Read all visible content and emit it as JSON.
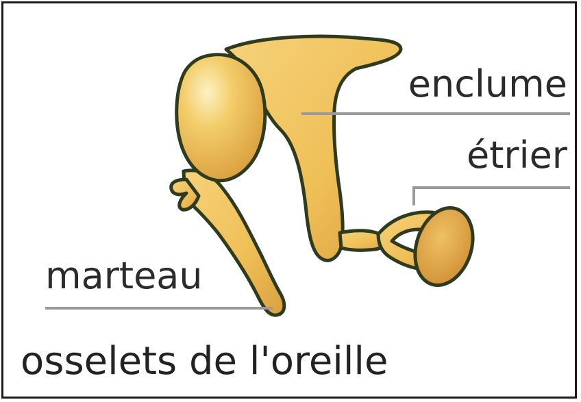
{
  "labels": {
    "enclume": "enclume",
    "etrier": "étrier",
    "marteau": "marteau"
  },
  "caption": "osselets de l'oreille",
  "colors": {
    "bone_fill": "#f0c35c",
    "bone_highlight": "#fbe7a8",
    "bone_shadow": "#c8892e",
    "outline": "#2f3b1f",
    "leader_line": "#9a9a9a",
    "text": "#2b2b2b",
    "frame": "#1a1a1a"
  }
}
